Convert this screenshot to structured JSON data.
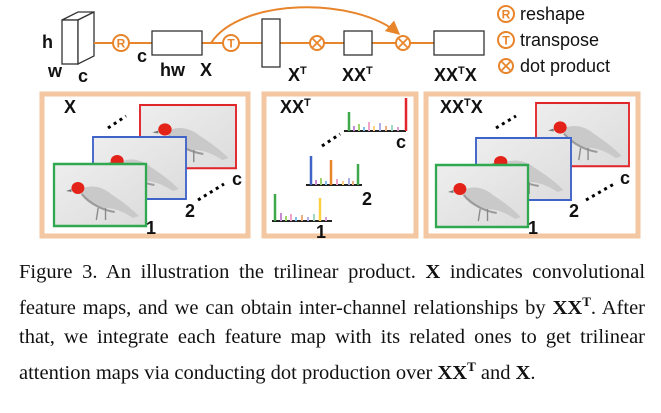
{
  "figure": {
    "top": {
      "dim_h": "h",
      "dim_w": "w",
      "dim_c": "c",
      "after_reshape_c": "c",
      "after_reshape_hw": "hw",
      "x": "X",
      "xt": "X",
      "xt_sup": "T",
      "xxt": "XX",
      "xxt_sup": "T",
      "xxtx_a": "XX",
      "xxtx_sup": "T",
      "xxtx_b": "X"
    },
    "legend": {
      "reshape_symbol": "R",
      "reshape_label": "reshape",
      "transpose_symbol": "T",
      "transpose_label": "transpose",
      "dot_label": "dot product"
    },
    "panels": {
      "left_title": "X",
      "left_c": "c",
      "left_2": "2",
      "left_1": "1",
      "middle_title": "XX",
      "middle_title_sup": "T",
      "middle_c": "c",
      "middle_2": "2",
      "middle_1": "1",
      "right_title_a": "XX",
      "right_title_sup": "T",
      "right_title_b": "X",
      "right_c": "c",
      "right_2": "2",
      "right_1": "1"
    },
    "colors": {
      "accent_orange": "#e8842a",
      "panel_border": "#f2c7a1",
      "frame_red": "#e0262b",
      "frame_blue": "#3f63c9",
      "frame_green": "#2fa84f"
    }
  },
  "caption": {
    "prefix": "Figure 3. An illustration the trilinear product.",
    "x1": "X",
    "part1": "indicates convolutional feature maps, and we can obtain inter-channel relationships by",
    "xxt1": "XX",
    "xxt1_sup": "T",
    "part2": ". After that, we integrate each feature map with its related ones to get trilinear attention maps via conducting dot production over",
    "xxt2": "XX",
    "xxt2_sup": "T",
    "part3": "and",
    "x2": "X",
    "end": "."
  }
}
